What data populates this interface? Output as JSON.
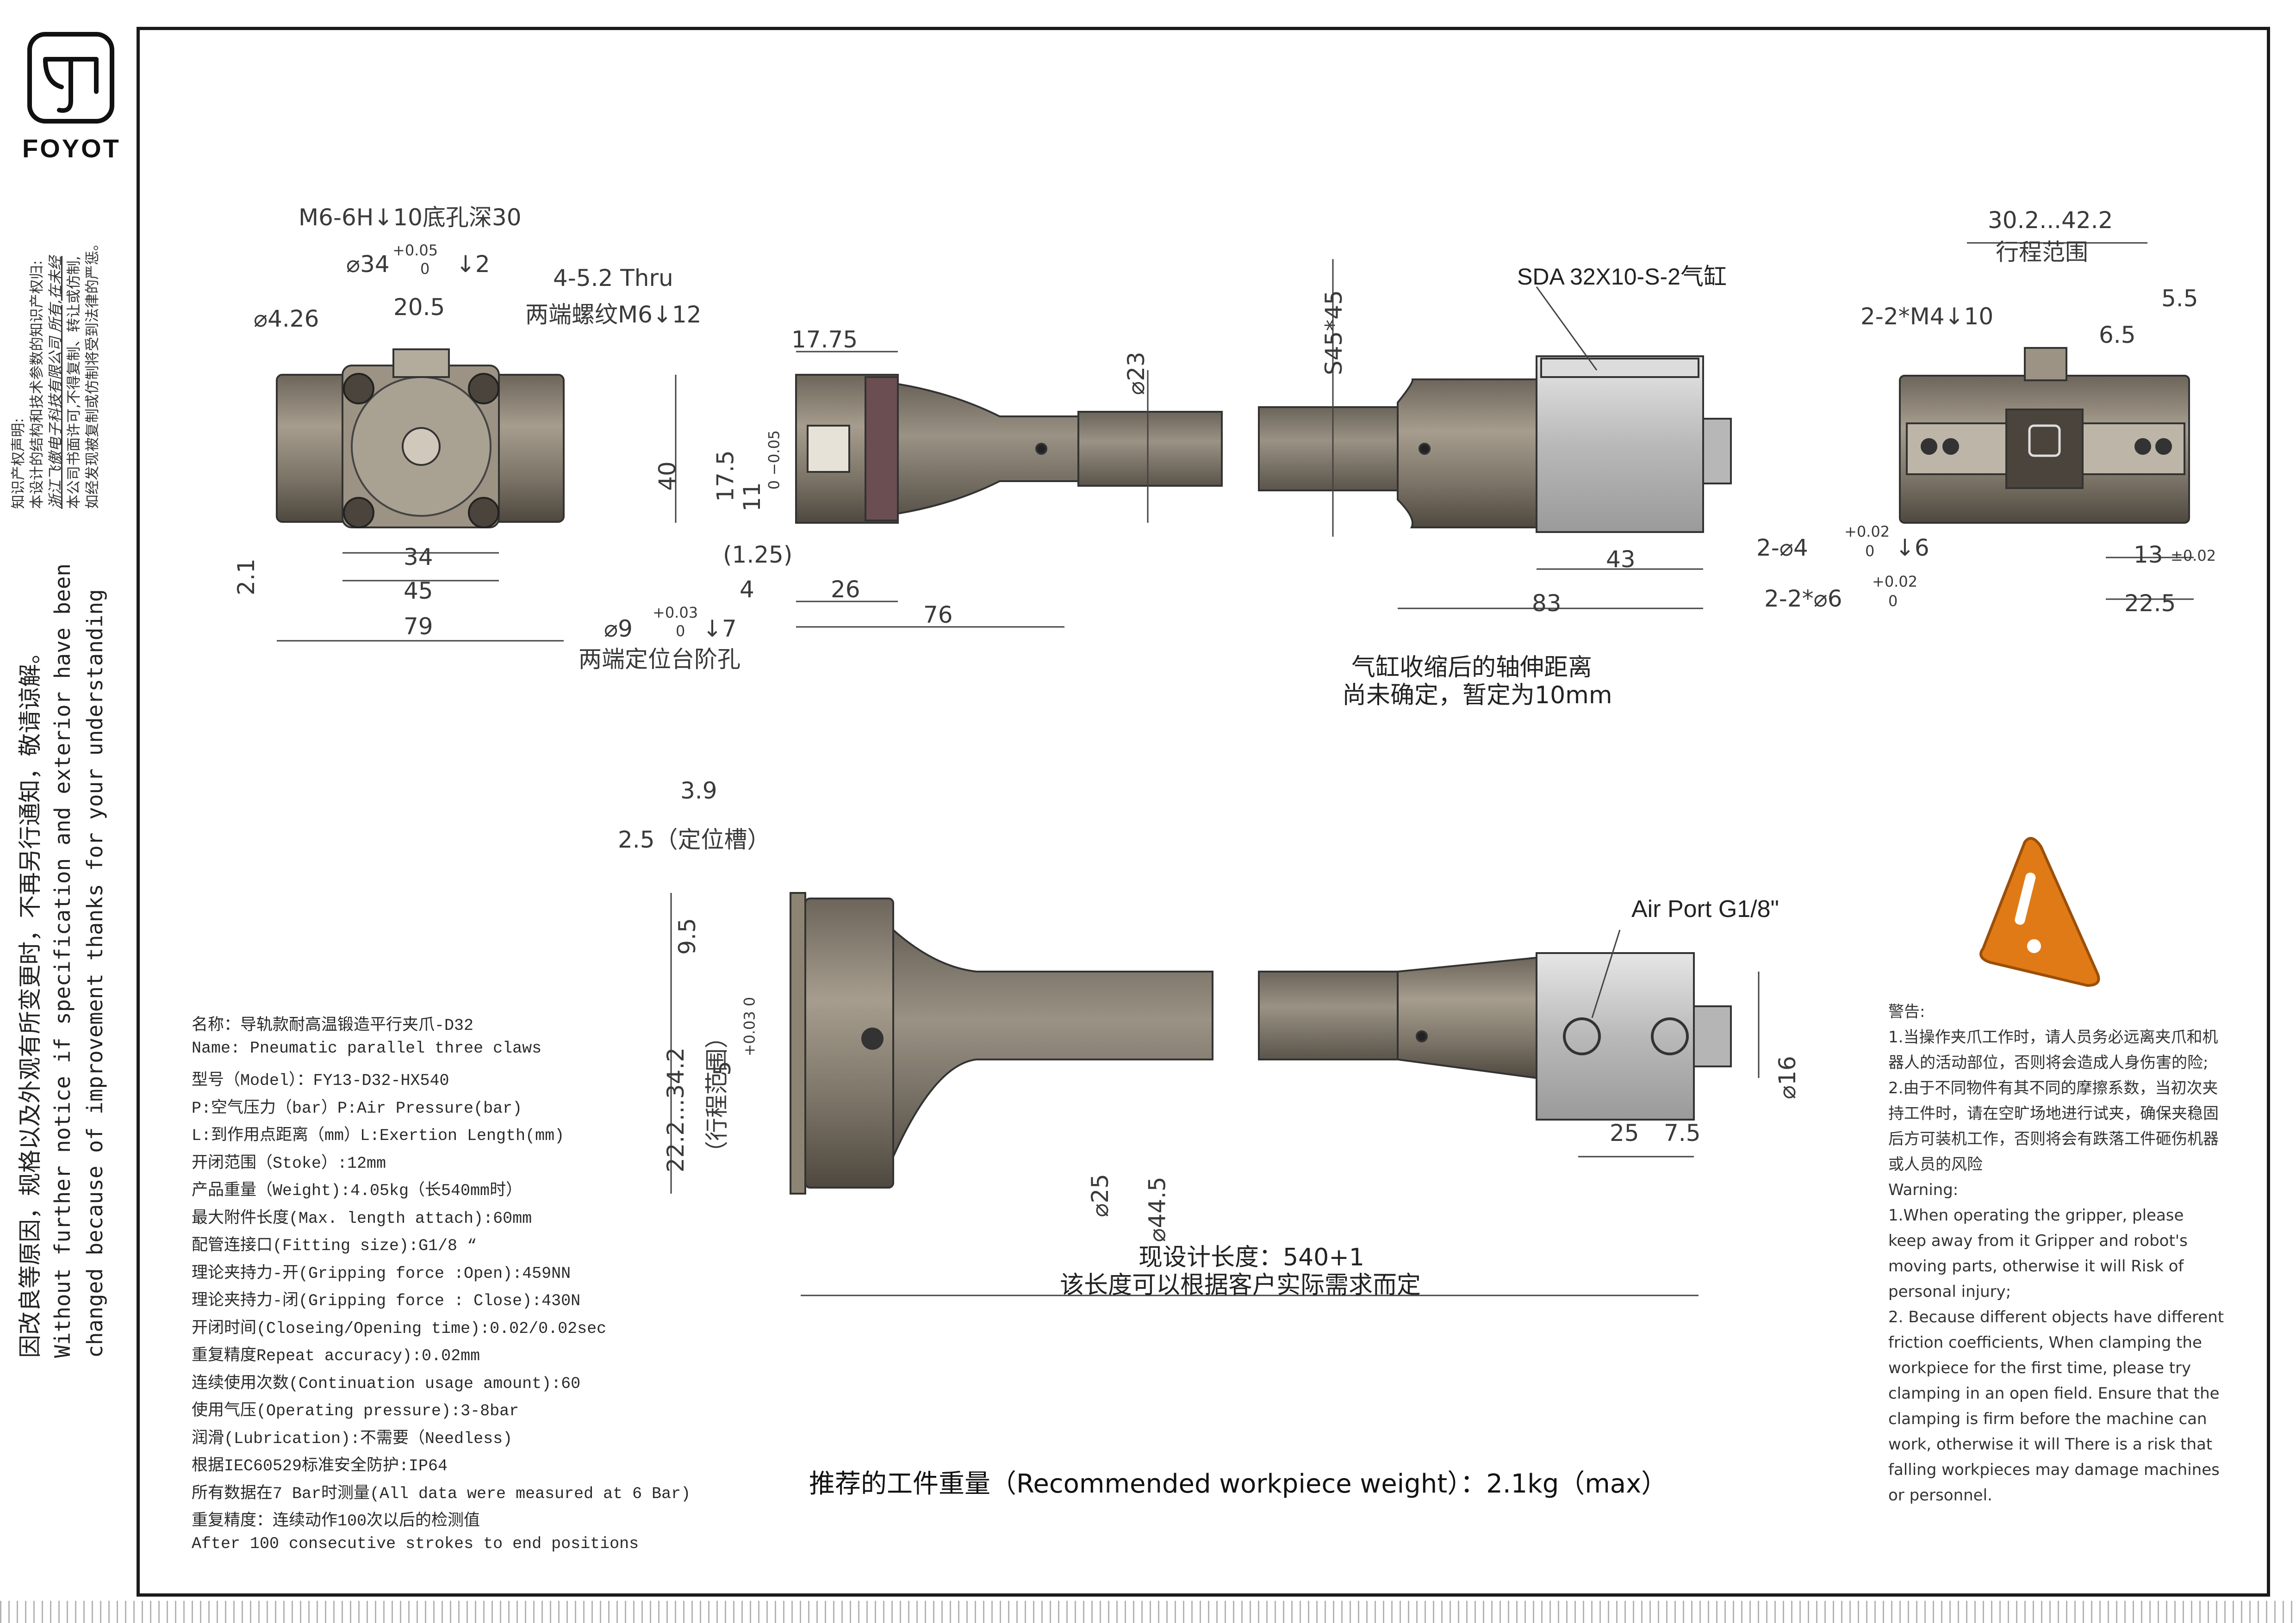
{
  "brand": {
    "name": "FOYOT"
  },
  "sidebar": {
    "ip_lines": [
      "知识产权声明:",
      "本设计的结构和技术参数的知识产权归:",
      "浙江飞傲电子科技有限公司 所有,在未经",
      "本公司书面许可,不得复制、转让或仿制,",
      "如经发现被复制或仿制将受到法律的严惩。"
    ],
    "notice_lines": [
      "因改良等原因，规格以及外观有所变更时，不再另行通知，敬请谅解。",
      "Without further  notice if specification and exterior have been",
      "changed because of improvement thanks for your understanding"
    ]
  },
  "dims": {
    "top_hole": "M6-6H↓10底孔深30",
    "dia34_text": "⌀34",
    "dia34_tol_plus": "+0.05",
    "dia34_tol_zero": "0",
    "dia34_depth": "↓2",
    "dia426": "⌀4.26",
    "d205": "20.5",
    "thru": "4-5.2 Thru",
    "thread12": "两端螺纹M6↓12",
    "d21": "2.1",
    "d34b": "34",
    "d45": "45",
    "d79": "79",
    "dia9": "⌀9",
    "dia9_tol_plus": "+0.03",
    "dia9_tol_zero": "0",
    "dia9_depth": "↓7",
    "locate_hole": "两端定位台阶孔",
    "d1775": "17.75",
    "d40": "40",
    "d175": "17.5",
    "d11": "11",
    "d11_tol": "0 −0.05",
    "d125": "(1.25)",
    "d4": "4",
    "d26": "26",
    "d76": "76",
    "dia23": "⌀23",
    "s45": "S45*45",
    "cylinder": "SDA 32X10-S-2气缸",
    "d43": "43",
    "d83": "83",
    "note1_l1": "气缸收缩后的轴伸距离",
    "note1_l2": "尚未确定，暂定为10mm",
    "stroke_range": "30.2...42.2",
    "stroke_label": "行程范围",
    "m4": "2-2*M4↓10",
    "d55": "5.5",
    "d65": "6.5",
    "dia4": "2-⌀4",
    "dia4_tol_plus": "+0.02",
    "dia4_tol_zero": "0",
    "dia4_depth": "↓6",
    "dia6": "2-2*⌀6",
    "dia6_tol_plus": "+0.02",
    "dia6_tol_zero": "0",
    "d13": "13",
    "d13_tol": "±0.02",
    "d225": "22.5",
    "d39": "3.9",
    "d25_groove": "2.5（定位槽）",
    "d95": "9.5",
    "d5": "5",
    "d5_tol": "+0.03 0",
    "stroke2": "22.2...34.2",
    "stroke2_label": "（行程范围）",
    "dia25": "⌀25",
    "dia445": "⌀44.5",
    "air_port": "Air Port G1/8\"",
    "dia16": "⌀16",
    "d25b": "25",
    "d75": "7.5",
    "len_l1": "现设计长度：540+1",
    "len_l2": "该长度可以根据客户实际需求而定"
  },
  "spec_lines": [
    "名称：导轨款耐高温锻造平行夹爪-D32",
    "Name: Pneumatic parallel three claws",
    "型号（Model）：FY13-D32-HX540",
    "P:空气压力（bar）P:Air Pressure(bar)",
    "L:到作用点距离（mm）L:Exertion Length(mm)",
    "开闭范围（Stoke）:12mm",
    "产品重量（Weight):4.05kg（长540mm时）",
    "最大附件长度(Max. length attach):60mm",
    "配管连接口(Fitting size):G1/8 “",
    "理论夹持力-开(Gripping force :Open):459NN",
    "理论夹持力-闭(Gripping force : Close):430N",
    "开闭时间(Closeing/Opening time):0.02/0.02sec",
    "重复精度Repeat accuracy):0.02mm",
    "连续使用次数(Continuation usage amount):60",
    "使用气压(Operating pressure):3-8bar",
    "润滑(Lubrication):不需要（Needless)",
    "根据IEC60529标准安全防护:IP64",
    "所有数据在7 Bar时测量(All data were measured at 6 Bar)",
    "重复精度：连续动作100次以后的检测值",
    "After 100 consecutive strokes to end positions"
  ],
  "warning_lines": [
    "警告:",
    "1.当操作夹爪工作时，请人员务必远离夹爪和机器人的活动部位，否则将会造成人身伤害的险;",
    "2.由于不同物件有其不同的摩擦系数，当初次夹持工件时，请在空旷场地进行试夹，确保夹稳固后方可装机工作，否则将会有跌落工件砸伤机器或人员的风险",
    "Warning:",
    "1.When operating the gripper, please keep away from it Gripper and robot's moving parts, otherwise it will Risk of personal injury;",
    "2. Because different objects have different friction coefficients, When clamping the workpiece for the first time, please try clamping in an open field. Ensure that the clamping is firm before the machine can work, otherwise it will There is a risk that falling workpieces may damage machines or personnel."
  ],
  "recommended": "推荐的工件重量（Recommended workpiece weight）：2.1kg（max）",
  "colors": {
    "body": "#8f8677",
    "body_dark": "#5e574c",
    "cylinder": "#c9c9c9",
    "warning_icon": "#e07a16"
  }
}
